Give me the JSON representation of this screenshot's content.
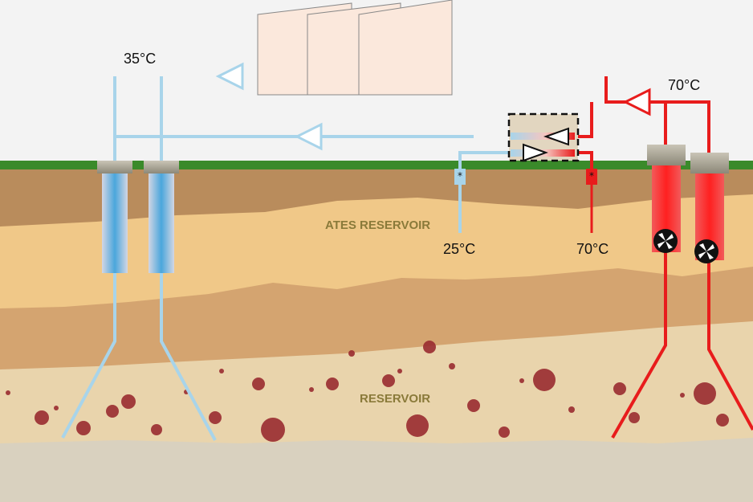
{
  "labels": {
    "temp_return": "35°C",
    "temp_supply": "70°C",
    "temp_ates_cold": "25°C",
    "temp_ates_hot": "70°C",
    "ates_reservoir": "ATES RESERVOIR",
    "reservoir": "RESERVOIR"
  },
  "colors": {
    "sky": "#f3f3f3",
    "grass": "#3a8a2a",
    "topsoil": "#b98c5c",
    "ates_layer": "#f0c888",
    "middle_layer": "#d4a470",
    "reservoir_layer": "#e9d4ac",
    "bedrock": "#d9d1bf",
    "blob": "#9a2c30",
    "hot_pipe": "#e81c1c",
    "cold_pipe": "#a8d4ea",
    "building": "#fbe8dc",
    "exchanger_fill": "#e2d6c0"
  },
  "icons": {
    "flow_arrow": "triangle-arrow-icon",
    "pump": "fan-pump-icon",
    "building": "greenhouse-building-icon",
    "heat_exchanger": "heat-exchanger-icon"
  }
}
